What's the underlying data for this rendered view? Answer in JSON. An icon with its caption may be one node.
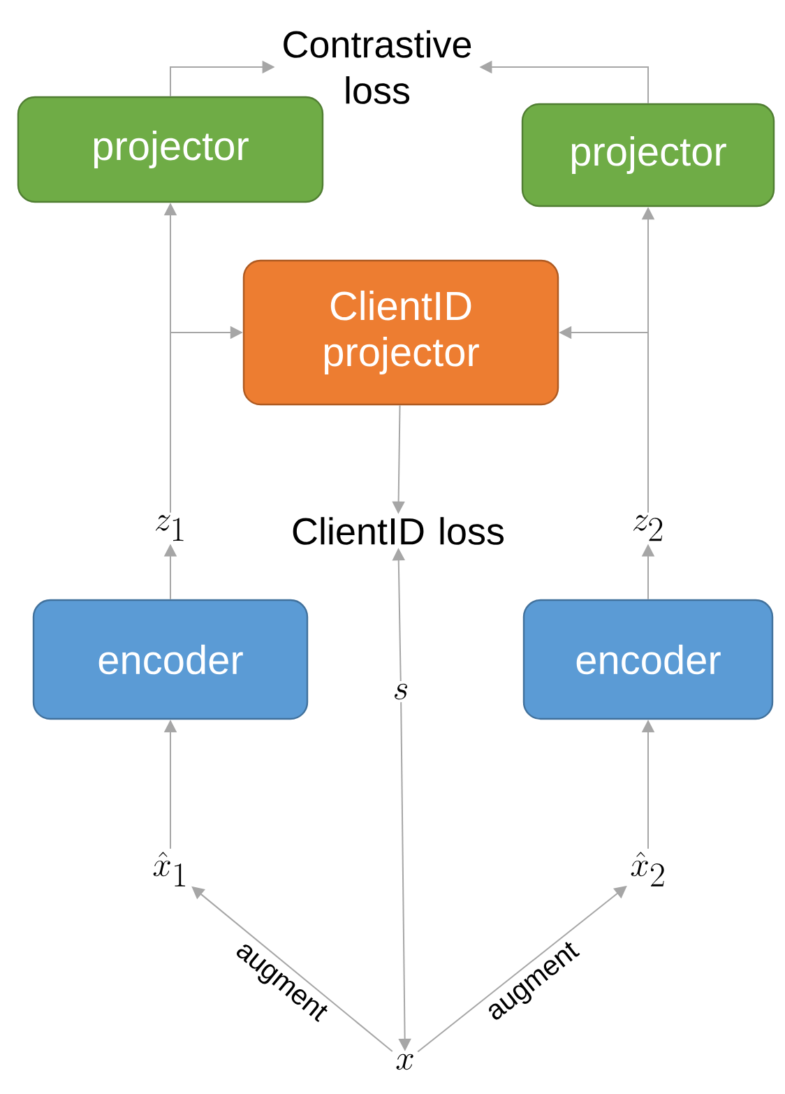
{
  "diagram": {
    "nodes": [
      {
        "text": [
          "Contrastive loss"
        ]
      },
      {
        "text": [
          "projector"
        ]
      },
      {
        "text": [
          "projector"
        ]
      },
      {
        "text": [
          "ClientID projector"
        ]
      },
      {
        "text": [
          "z_1"
        ]
      },
      {
        "text": [
          "ClientID loss"
        ]
      },
      {
        "text": [
          "z_2"
        ]
      },
      {
        "text": [
          "encoder"
        ]
      },
      {
        "text": [
          "s"
        ]
      },
      {
        "text": [
          "encoder"
        ]
      },
      {
        "text": [
          "\\hat{x}_1"
        ]
      },
      {
        "text": [
          "\\hat{x}_2"
        ]
      },
      {
        "text": [
          "x"
        ]
      }
    ],
    "edges": [
      {
        "from": 12,
        "to": 10,
        "arrow": "to",
        "label": "augment"
      },
      {
        "from": 12,
        "to": 11,
        "arrow": "to",
        "label": "augment"
      },
      {
        "from": 8,
        "to": 12,
        "arrow": "to"
      },
      {
        "from": 10,
        "to": 7,
        "arrow": "to"
      },
      {
        "from": 11,
        "to": 9,
        "arrow": "to"
      },
      {
        "from": 7,
        "to": 4,
        "arrow": "to"
      },
      {
        "from": 9,
        "to": 6,
        "arrow": "to"
      },
      {
        "from": 8,
        "to": 5,
        "arrow": "to"
      },
      {
        "from": 4,
        "to": 1,
        "arrow": "to"
      },
      {
        "from": 4,
        "to": 3,
        "arrow": "to"
      },
      {
        "from": 6,
        "to": 2,
        "arrow": "to"
      },
      {
        "from": 6,
        "to": 3,
        "arrow": "to"
      },
      {
        "from": 3,
        "to": 5,
        "arrow": "to"
      },
      {
        "from": 1,
        "to": 0,
        "arrow": "to"
      },
      {
        "from": 2,
        "to": 0,
        "arrow": "to"
      }
    ]
  }
}
